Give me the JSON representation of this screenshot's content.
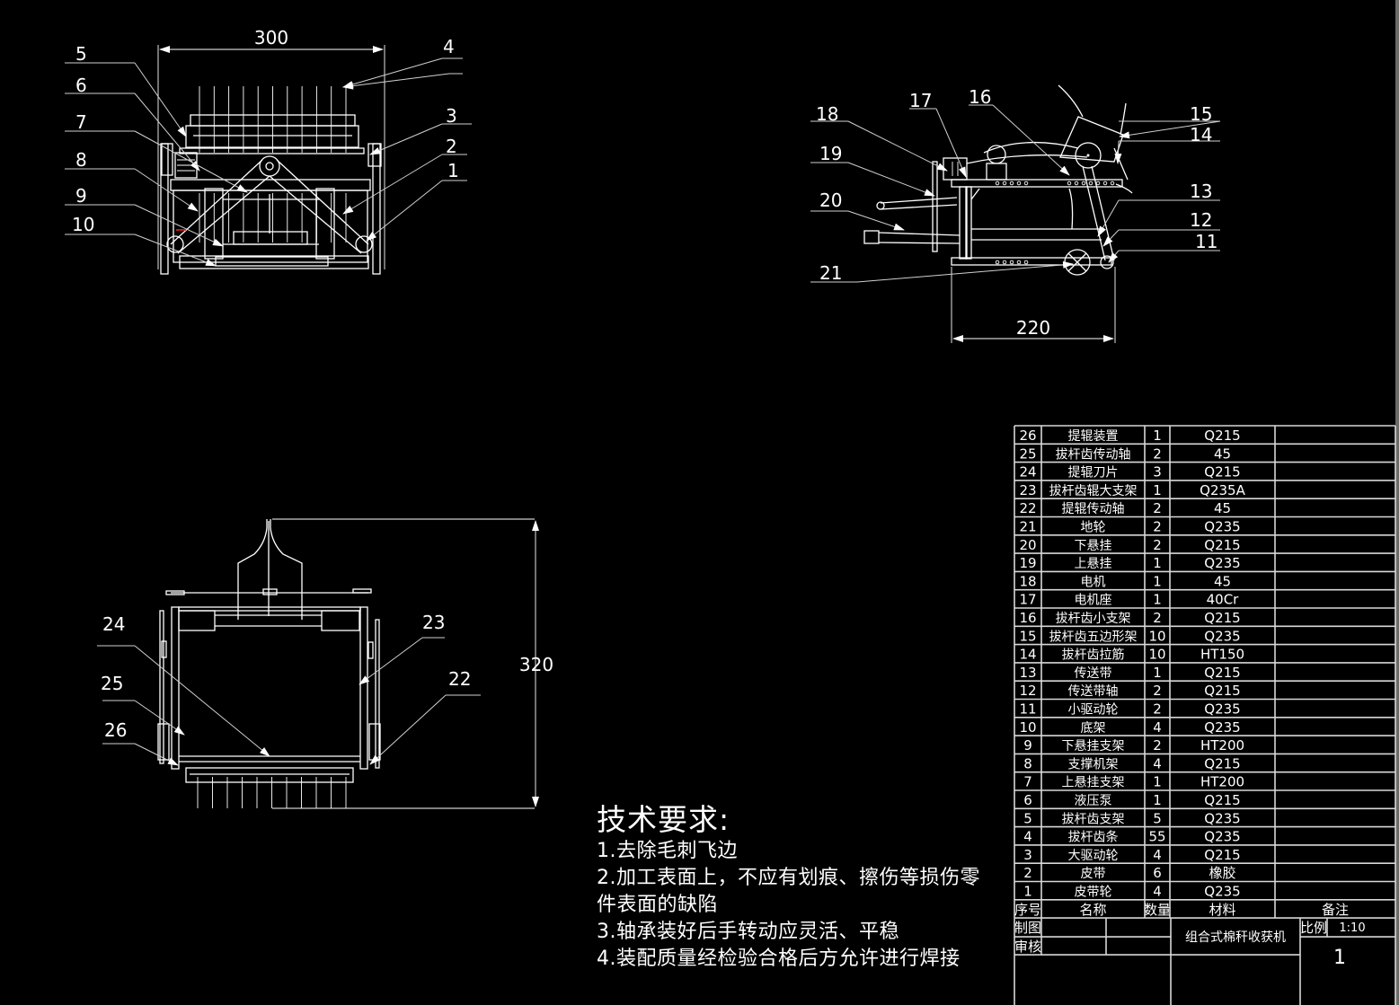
{
  "drawing": {
    "title": "组合式棉秆收获机",
    "scale_label": "比例",
    "scale_value": "1:10",
    "sheet_number": "1",
    "drawn_by_label": "制图",
    "checked_by_label": "审核"
  },
  "dimensions": {
    "front_width": "300",
    "side_length": "220",
    "top_depth": "320"
  },
  "callouts": {
    "front_view": [
      "1",
      "2",
      "3",
      "4",
      "5",
      "6",
      "7",
      "8",
      "9",
      "10"
    ],
    "side_view": [
      "11",
      "12",
      "13",
      "14",
      "15",
      "16",
      "17",
      "18",
      "19",
      "20",
      "21"
    ],
    "top_view": [
      "22",
      "23",
      "24",
      "25",
      "26"
    ]
  },
  "technical_requirements": {
    "title": "技术要求:",
    "items": [
      "1.去除毛刺飞边",
      "2.加工表面上，不应有划痕、擦伤等损伤零",
      "件表面的缺陷",
      "3.轴承装好后手转动应灵活、平稳",
      "4.装配质量经检验合格后方允许进行焊接"
    ]
  },
  "bom": {
    "headers": [
      "序号",
      "名称",
      "数量",
      "材料",
      "备注"
    ],
    "rows": [
      {
        "no": "26",
        "name": "提辊装置",
        "qty": "1",
        "material": "Q215",
        "note": ""
      },
      {
        "no": "25",
        "name": "拔杆齿传动轴",
        "qty": "2",
        "material": "45",
        "note": ""
      },
      {
        "no": "24",
        "name": "提辊刀片",
        "qty": "3",
        "material": "Q215",
        "note": ""
      },
      {
        "no": "23",
        "name": "拔杆齿辊大支架",
        "qty": "1",
        "material": "Q235A",
        "note": ""
      },
      {
        "no": "22",
        "name": "提辊传动轴",
        "qty": "2",
        "material": "45",
        "note": ""
      },
      {
        "no": "21",
        "name": "地轮",
        "qty": "2",
        "material": "Q235",
        "note": ""
      },
      {
        "no": "20",
        "name": "下悬挂",
        "qty": "2",
        "material": "Q215",
        "note": ""
      },
      {
        "no": "19",
        "name": "上悬挂",
        "qty": "1",
        "material": "Q235",
        "note": ""
      },
      {
        "no": "18",
        "name": "电机",
        "qty": "1",
        "material": "45",
        "note": ""
      },
      {
        "no": "17",
        "name": "电机座",
        "qty": "1",
        "material": "40Cr",
        "note": ""
      },
      {
        "no": "16",
        "name": "拔杆齿小支架",
        "qty": "2",
        "material": "Q215",
        "note": ""
      },
      {
        "no": "15",
        "name": "拔杆齿五边形架",
        "qty": "10",
        "material": "Q235",
        "note": ""
      },
      {
        "no": "14",
        "name": "拔杆齿拉筋",
        "qty": "10",
        "material": "HT150",
        "note": ""
      },
      {
        "no": "13",
        "name": "传送带",
        "qty": "1",
        "material": "Q215",
        "note": ""
      },
      {
        "no": "12",
        "name": "传送带轴",
        "qty": "2",
        "material": "Q215",
        "note": ""
      },
      {
        "no": "11",
        "name": "小驱动轮",
        "qty": "2",
        "material": "Q235",
        "note": ""
      },
      {
        "no": "10",
        "name": "底架",
        "qty": "4",
        "material": "Q235",
        "note": ""
      },
      {
        "no": "9",
        "name": "下悬挂支架",
        "qty": "2",
        "material": "HT200",
        "note": ""
      },
      {
        "no": "8",
        "name": "支撑机架",
        "qty": "4",
        "material": "Q215",
        "note": ""
      },
      {
        "no": "7",
        "name": "上悬挂支架",
        "qty": "1",
        "material": "HT200",
        "note": ""
      },
      {
        "no": "6",
        "name": "液压泵",
        "qty": "1",
        "material": "Q215",
        "note": ""
      },
      {
        "no": "5",
        "name": "拔杆齿支架",
        "qty": "5",
        "material": "Q235",
        "note": ""
      },
      {
        "no": "4",
        "name": "拔杆齿条",
        "qty": "55",
        "material": "Q235",
        "note": ""
      },
      {
        "no": "3",
        "name": "大驱动轮",
        "qty": "4",
        "material": "Q215",
        "note": ""
      },
      {
        "no": "2",
        "name": "皮带",
        "qty": "6",
        "material": "橡胶",
        "note": ""
      },
      {
        "no": "1",
        "name": "皮带轮",
        "qty": "4",
        "material": "Q235",
        "note": ""
      }
    ]
  },
  "colors": {
    "background": "#000000",
    "line": "#ffffff",
    "accent_red": "#ff2020"
  }
}
